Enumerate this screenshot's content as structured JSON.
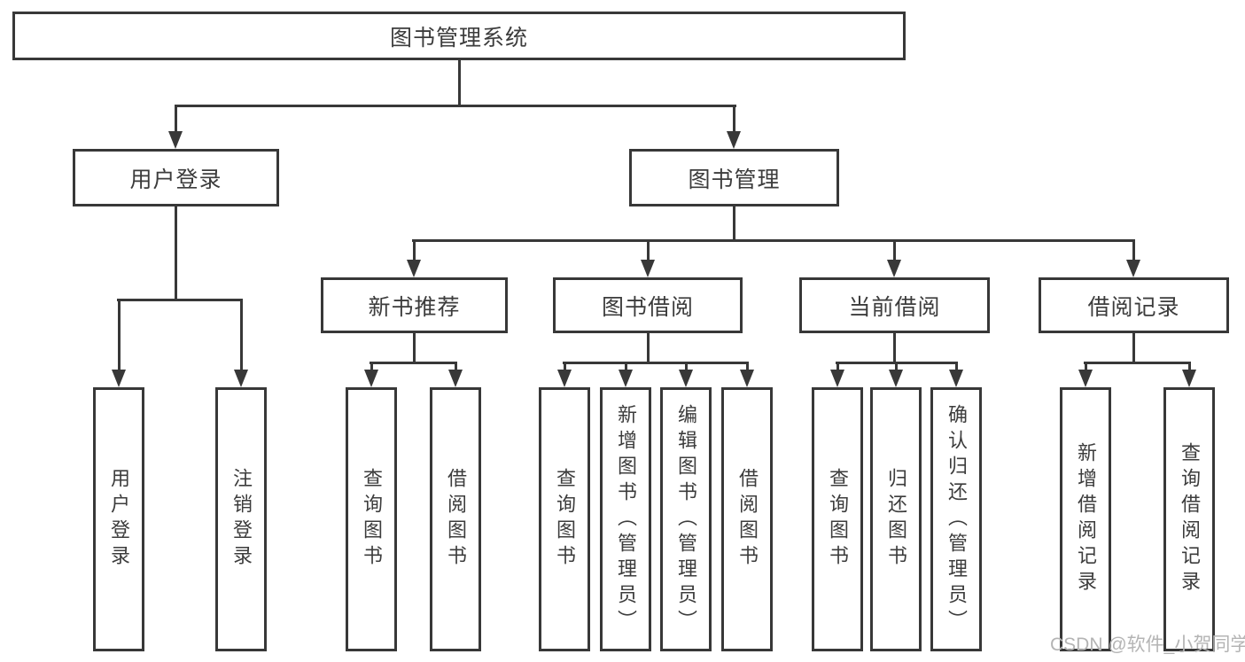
{
  "diagram": {
    "root": {
      "label": "图书管理系统"
    },
    "branches": [
      {
        "label": "用户登录",
        "children": [
          {
            "label": "用户登录"
          },
          {
            "label": "注销登录"
          }
        ]
      },
      {
        "label": "图书管理",
        "children": [
          {
            "label": "新书推荐",
            "children": [
              {
                "label": "查询图书"
              },
              {
                "label": "借阅图书"
              }
            ]
          },
          {
            "label": "图书借阅",
            "children": [
              {
                "label": "查询图书"
              },
              {
                "label": "新增图书（管理员）"
              },
              {
                "label": "编辑图书（管理员）"
              },
              {
                "label": "借阅图书"
              }
            ]
          },
          {
            "label": "当前借阅",
            "children": [
              {
                "label": "查询图书"
              },
              {
                "label": "归还图书"
              },
              {
                "label": "确认归还（管理员）"
              }
            ]
          },
          {
            "label": "借阅记录",
            "children": [
              {
                "label": "新增借阅记录"
              },
              {
                "label": "查询借阅记录"
              }
            ]
          }
        ]
      }
    ]
  },
  "watermark": {
    "text": "CSDN @软件_小贺同学"
  },
  "colors": {
    "line": "#383838",
    "text": "#3c3c3c",
    "background": "#ffffff",
    "watermark": "#b4b4b4"
  }
}
